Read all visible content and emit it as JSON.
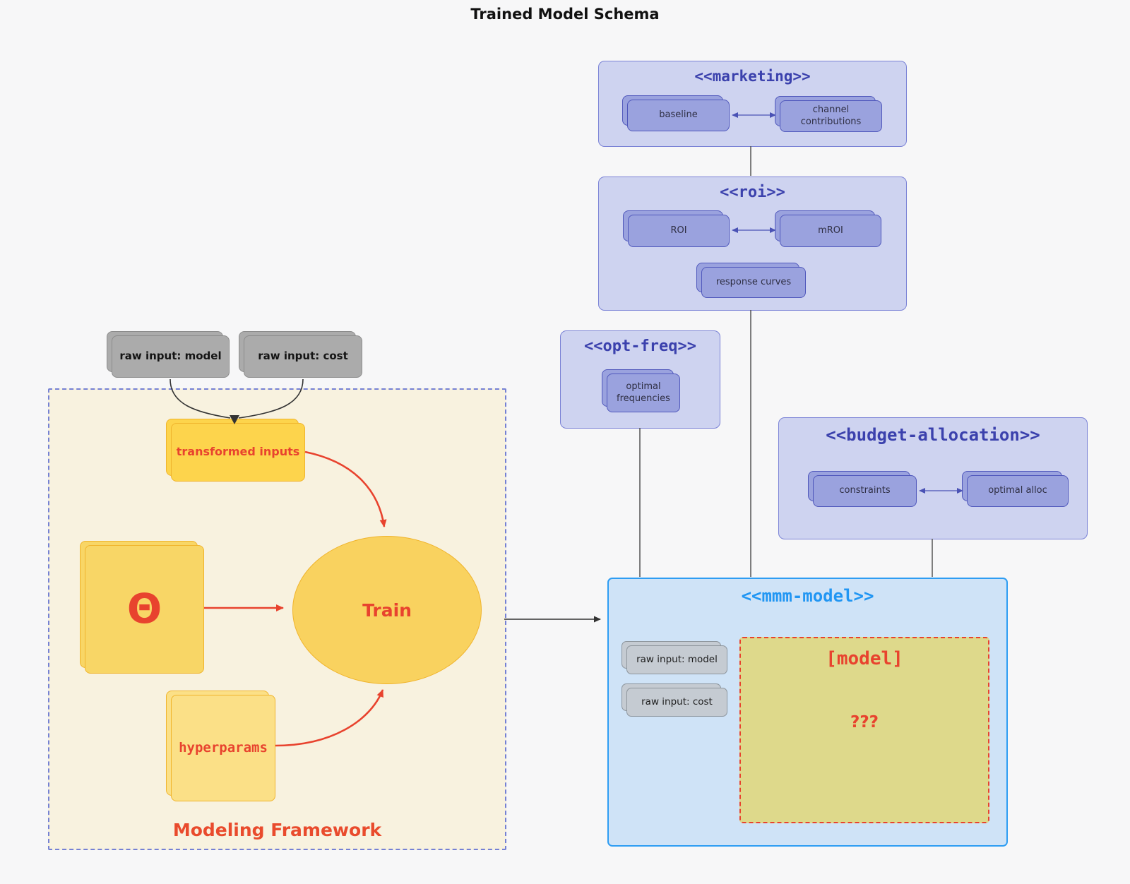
{
  "title": "Trained Model Schema",
  "colors": {
    "page_bg": "#f7f7f8",
    "lavender_bg": "#ced3f0",
    "lavender_border": "#7a82d6",
    "purple_title": "#3b41ad",
    "purple_node": "#9aa2de",
    "purple_node_border": "#5058bc",
    "blue_bg": "#cfe3f7",
    "blue_border": "#2e9df3",
    "blue_title": "#2196f3",
    "gray_fill": "#ababab",
    "inner_gray_fill": "#c5cbd2",
    "khaki_fill": "#ded98b",
    "accent_red": "#e8432e",
    "cream_bg": "#f8f2df",
    "framework_border": "#7581d4",
    "yellow_fill": "#fdd44c",
    "train_fill": "#f9d25f"
  },
  "inputs": {
    "raw_model": "raw input: model",
    "raw_cost": "raw input: cost"
  },
  "marketing": {
    "title": "<<marketing>>",
    "baseline": "baseline",
    "channel_contributions": "channel contributions"
  },
  "roi": {
    "title": "<<roi>>",
    "roi": "ROI",
    "mroi": "mROI",
    "response_curves": "response curves"
  },
  "opt_freq": {
    "title": "<<opt-freq>>",
    "optimal_frequencies": "optimal frequencies"
  },
  "budget_allocation": {
    "title": "<<budget-allocation>>",
    "constraints": "constraints",
    "optimal_alloc": "optimal alloc"
  },
  "mmm_model": {
    "title": "<<mmm-model>>",
    "raw_model": "raw input: model",
    "raw_cost": "raw input: cost",
    "model_placeholder": "[model]",
    "unknown": "???"
  },
  "framework": {
    "label": "Modeling Framework",
    "transformed_inputs": "transformed inputs",
    "theta": "Θ",
    "train": "Train",
    "hyperparams": "hyperparams"
  }
}
